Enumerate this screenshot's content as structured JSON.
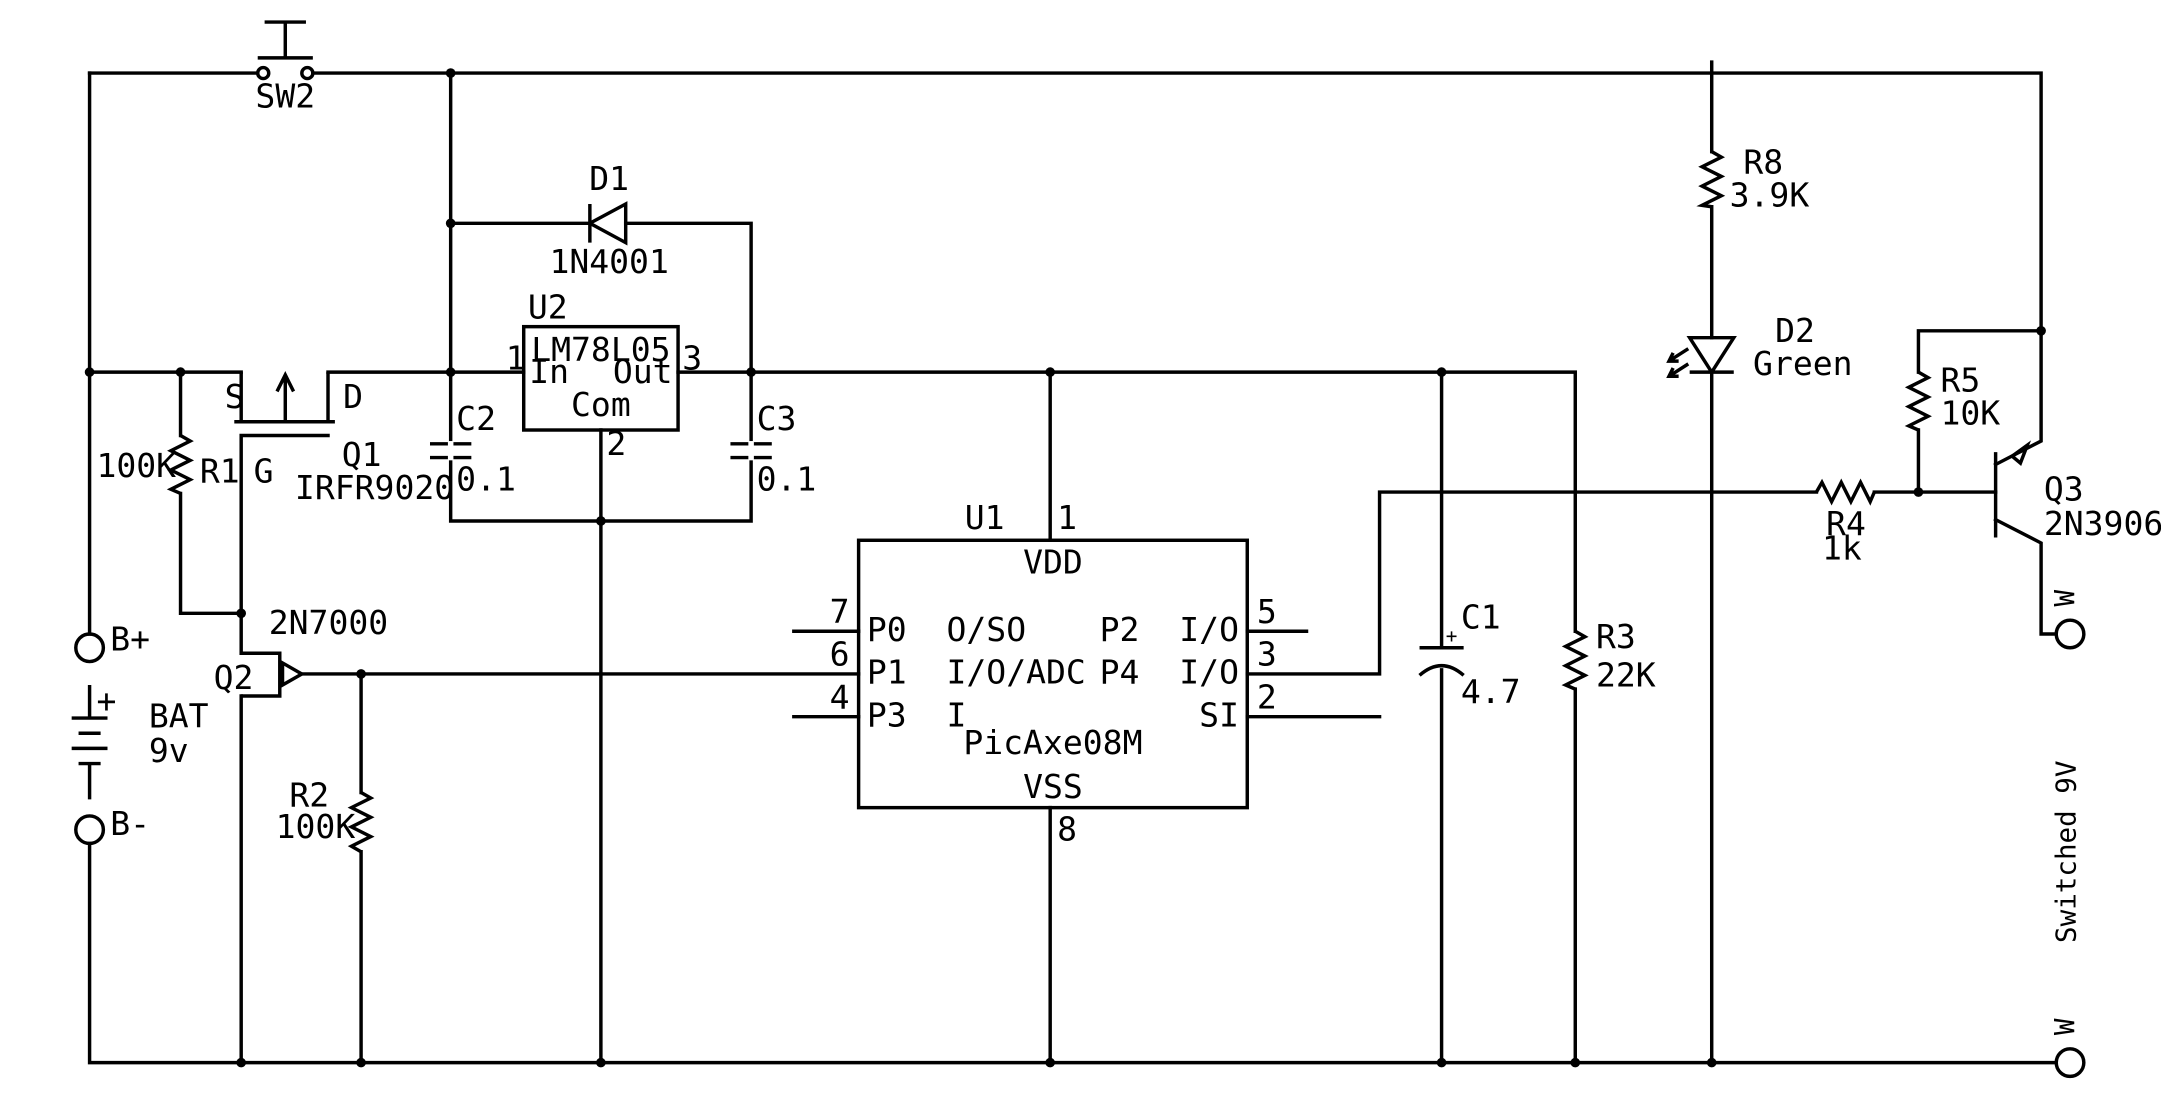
{
  "components": {
    "sw2": {
      "ref": "SW2"
    },
    "d1": {
      "ref": "D1",
      "value": "1N4001"
    },
    "u2": {
      "ref": "U2",
      "part": "LM78L05",
      "pin_in": "In",
      "pin_out": "Out",
      "pin_com": "Com",
      "pin1": "1",
      "pin2": "2",
      "pin3": "3"
    },
    "q1": {
      "ref": "Q1",
      "value": "IRFR9020",
      "s": "S",
      "d": "D",
      "g": "G"
    },
    "r1": {
      "ref": "R1",
      "value": "100K"
    },
    "c2": {
      "ref": "C2",
      "value": "0.1"
    },
    "c3": {
      "ref": "C3",
      "value": "0.1"
    },
    "q2": {
      "ref": "Q2",
      "value": "2N7000"
    },
    "r2": {
      "ref": "R2",
      "value": "100K"
    },
    "bat": {
      "ref": "BAT",
      "value": "9v",
      "plus_sign": "+",
      "bplus": "B+",
      "bminus": "B-"
    },
    "u1": {
      "ref": "U1",
      "part": "PicAxe08M",
      "vdd": "VDD",
      "vss": "VSS",
      "pin1": "1",
      "pin8": "8",
      "left_pins": [
        {
          "num": "7",
          "label": "P0  O/SO"
        },
        {
          "num": "6",
          "label": "P1  I/O/ADC"
        },
        {
          "num": "4",
          "label": "P3  I"
        }
      ],
      "right_pins": [
        {
          "num": "5",
          "label": "P2  I/O"
        },
        {
          "num": "3",
          "label": "P4  I/O"
        },
        {
          "num": "2",
          "label": "SI"
        }
      ]
    },
    "c1": {
      "ref": "C1",
      "value": "4.7",
      "plus_sign": "+"
    },
    "r3": {
      "ref": "R3",
      "value": "22K"
    },
    "r8": {
      "ref": "R8",
      "value": "3.9K"
    },
    "d2": {
      "ref": "D2",
      "value": "Green"
    },
    "r5": {
      "ref": "R5",
      "value": "10K"
    },
    "r4": {
      "ref": "R4",
      "value": "1k"
    },
    "q3": {
      "ref": "Q3",
      "value": "2N3906"
    },
    "output": {
      "label": "Switched 9V",
      "terminal_top": "W",
      "terminal_bottom": "W"
    }
  }
}
